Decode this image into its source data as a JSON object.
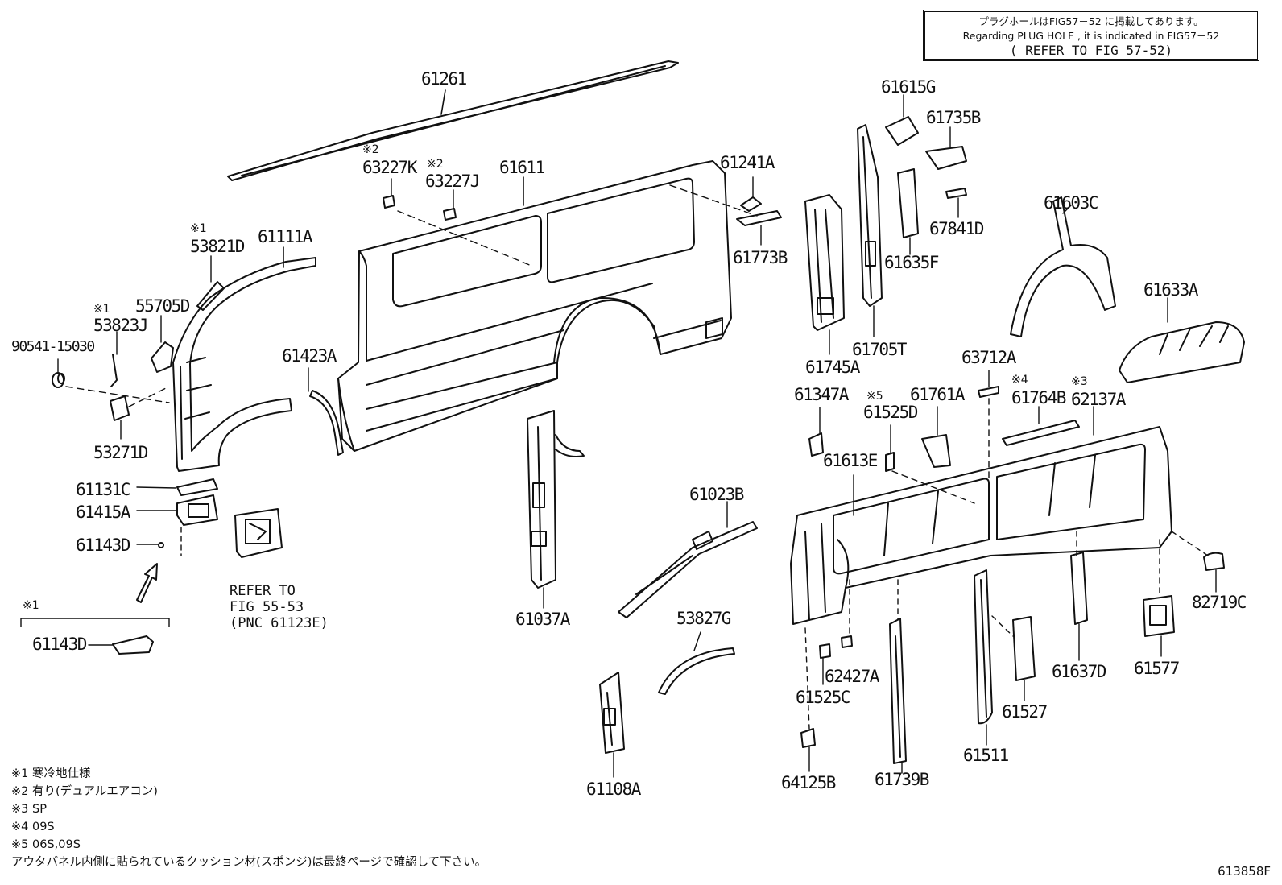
{
  "notice": {
    "line1": "プラグホールはFIG57－52 に掲載してあります。",
    "line2": "Regarding PLUG HOLE , it is indicated in FIG57－52",
    "line3": "( REFER TO FIG 57-52)"
  },
  "parts": {
    "p61261": "61261",
    "p63227K": "63227K",
    "p63227J": "63227J",
    "p61611": "61611",
    "p61241A": "61241A",
    "p61773B": "61773B",
    "p53821D": "53821D",
    "p61111A": "61111A",
    "p55705D": "55705D",
    "p53823J": "53823J",
    "p90541": "90541-15030",
    "p53271D": "53271D",
    "p61423A": "61423A",
    "p61131C": "61131C",
    "p61415A": "61415A",
    "p61143D_a": "61143D",
    "p61143D_b": "61143D",
    "p61037A": "61037A",
    "p61023B": "61023B",
    "p53827G": "53827G",
    "p61108A": "61108A",
    "p61615G": "61615G",
    "p61735B": "61735B",
    "p67841D": "67841D",
    "p61635F": "61635F",
    "p61745A": "61745A",
    "p61705T": "61705T",
    "p61603C": "61603C",
    "p61633A": "61633A",
    "p63712A": "63712A",
    "p61347A": "61347A",
    "p61525D": "61525D",
    "p61761A": "61761A",
    "p61764B": "61764B",
    "p62137A": "62137A",
    "p61613E": "61613E",
    "p82719C": "82719C",
    "p61577": "61577",
    "p61637D": "61637D",
    "p61527": "61527",
    "p61511": "61511",
    "p61739B": "61739B",
    "p62427A": "62427A",
    "p61525C": "61525C",
    "p64125B": "64125B"
  },
  "marks": {
    "m1": "※1",
    "m2": "※2",
    "m3": "※3",
    "m4": "※4",
    "m5": "※5"
  },
  "refer": {
    "line1": "REFER TO",
    "line2": "FIG 55-53",
    "line3": "(PNC 61123E)"
  },
  "legend": {
    "l1": "※1 寒冷地仕様",
    "l2": "※2 有り(デュアルエアコン)",
    "l3": "※3 SP",
    "l4": "※4 09S",
    "l5": "※5 06S,09S",
    "l6": "アウタパネル内側に貼られているクッション材(スポンジ)は最終ページで確認して下さい。"
  },
  "figure_id": "613858F"
}
